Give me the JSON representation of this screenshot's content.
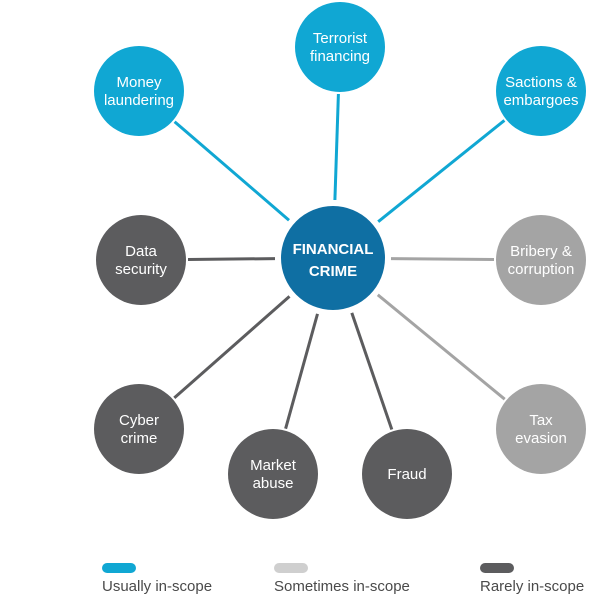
{
  "colors": {
    "usually": "#10a7d3",
    "sometimes": "#a4a4a4",
    "rarely": "#5c5c5e",
    "center": "#0f6fa3"
  },
  "center": {
    "lines": [
      "FINANCIAL",
      "CRIME"
    ]
  },
  "nodes": [
    {
      "id": "terrorist-financing",
      "lines": [
        "Terrorist",
        "financing"
      ],
      "scope": "usually"
    },
    {
      "id": "money-laundering",
      "lines": [
        "Money",
        "laundering"
      ],
      "scope": "usually"
    },
    {
      "id": "sanctions-embargoes",
      "lines": [
        "Sactions &",
        "embargoes"
      ],
      "scope": "usually"
    },
    {
      "id": "data-security",
      "lines": [
        "Data",
        "security"
      ],
      "scope": "rarely"
    },
    {
      "id": "bribery-corruption",
      "lines": [
        "Bribery &",
        "corruption"
      ],
      "scope": "sometimes"
    },
    {
      "id": "cyber-crime",
      "lines": [
        "Cyber",
        "crime"
      ],
      "scope": "rarely"
    },
    {
      "id": "tax-evasion",
      "lines": [
        "Tax",
        "evasion"
      ],
      "scope": "sometimes"
    },
    {
      "id": "market-abuse",
      "lines": [
        "Market",
        "abuse"
      ],
      "scope": "rarely"
    },
    {
      "id": "fraud",
      "lines": [
        "Fraud"
      ],
      "scope": "rarely"
    }
  ],
  "legend": {
    "usually": "Usually in-scope",
    "sometimes": "Sometimes in-scope",
    "rarely": "Rarely in-scope"
  }
}
